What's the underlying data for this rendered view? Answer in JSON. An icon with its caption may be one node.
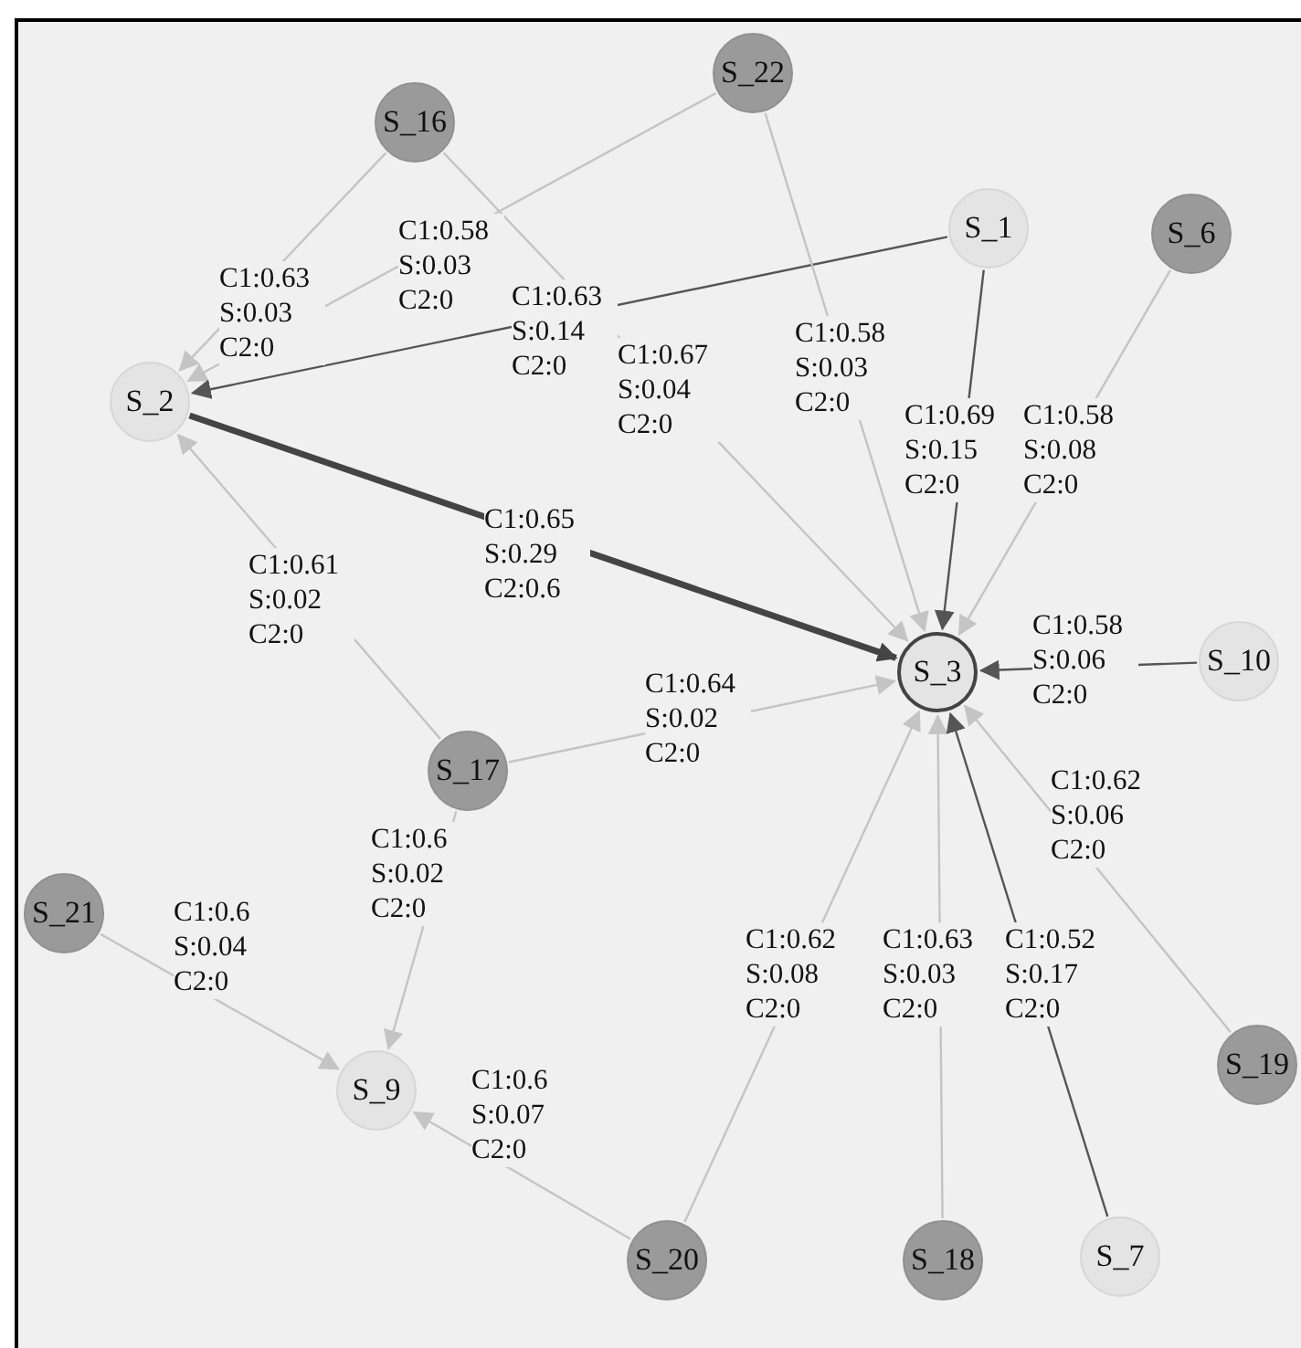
{
  "diagram": {
    "nodes": [
      {
        "text": [
          "S_16"
        ]
      },
      {
        "text": [
          "S_22"
        ]
      },
      {
        "text": [
          "S_1"
        ]
      },
      {
        "text": [
          "S_6"
        ]
      },
      {
        "text": [
          "S_2"
        ]
      },
      {
        "text": [
          "S_3"
        ]
      },
      {
        "text": [
          "S_10"
        ]
      },
      {
        "text": [
          "S_17"
        ]
      },
      {
        "text": [
          "S_21"
        ]
      },
      {
        "text": [
          "S_9"
        ]
      },
      {
        "text": [
          "S_19"
        ]
      },
      {
        "text": [
          "S_20"
        ]
      },
      {
        "text": [
          "S_18"
        ]
      },
      {
        "text": [
          "S_7"
        ]
      }
    ],
    "edges": [
      {
        "from": 0,
        "to": 4,
        "arrow": "to",
        "label": "C1:0.63 S:0.03 C2:0"
      },
      {
        "from": 1,
        "to": 4,
        "arrow": "to",
        "label": "C1:0.58 S:0.03 C2:0"
      },
      {
        "from": 2,
        "to": 4,
        "arrow": "to",
        "label": "C1:0.63 S:0.14 C2:0",
        "color": "#555555"
      },
      {
        "from": 0,
        "to": 5,
        "arrow": "to",
        "label": "C1:0.67 S:0.04 C2:0"
      },
      {
        "from": 1,
        "to": 5,
        "arrow": "to",
        "label": "C1:0.58 S:0.03 C2:0"
      },
      {
        "from": 2,
        "to": 5,
        "arrow": "to",
        "label": "C1:0.69 S:0.15 C2:0",
        "color": "#555555"
      },
      {
        "from": 3,
        "to": 5,
        "arrow": "to",
        "label": "C1:0.58 S:0.08 C2:0"
      },
      {
        "from": 4,
        "to": 5,
        "arrow": "to",
        "label": "C1:0.65 S:0.29 C2:0.6",
        "style": "thick",
        "color": "#444444"
      },
      {
        "from": 7,
        "to": 4,
        "arrow": "to",
        "label": "C1:0.61 S:0.02 C2:0"
      },
      {
        "from": 6,
        "to": 5,
        "arrow": "to",
        "label": "C1:0.58 S:0.06 C2:0",
        "color": "#555555"
      },
      {
        "from": 7,
        "to": 5,
        "arrow": "to",
        "label": "C1:0.64 S:0.02 C2:0"
      },
      {
        "from": 10,
        "to": 5,
        "arrow": "to",
        "label": "C1:0.62 S:0.06 C2:0"
      },
      {
        "from": 7,
        "to": 9,
        "arrow": "to",
        "label": "C1:0.6 S:0.02 C2:0"
      },
      {
        "from": 8,
        "to": 9,
        "arrow": "to",
        "label": "C1:0.6 S:0.04 C2:0"
      },
      {
        "from": 11,
        "to": 5,
        "arrow": "to",
        "label": "C1:0.62 S:0.08 C2:0"
      },
      {
        "from": 12,
        "to": 5,
        "arrow": "to",
        "label": "C1:0.63 S:0.03 C2:0"
      },
      {
        "from": 13,
        "to": 5,
        "arrow": "to",
        "label": "C1:0.52 S:0.17 C2:0",
        "color": "#555555"
      },
      {
        "from": 11,
        "to": 9,
        "arrow": "to",
        "label": "C1:0.6 S:0.07 C2:0"
      }
    ]
  }
}
